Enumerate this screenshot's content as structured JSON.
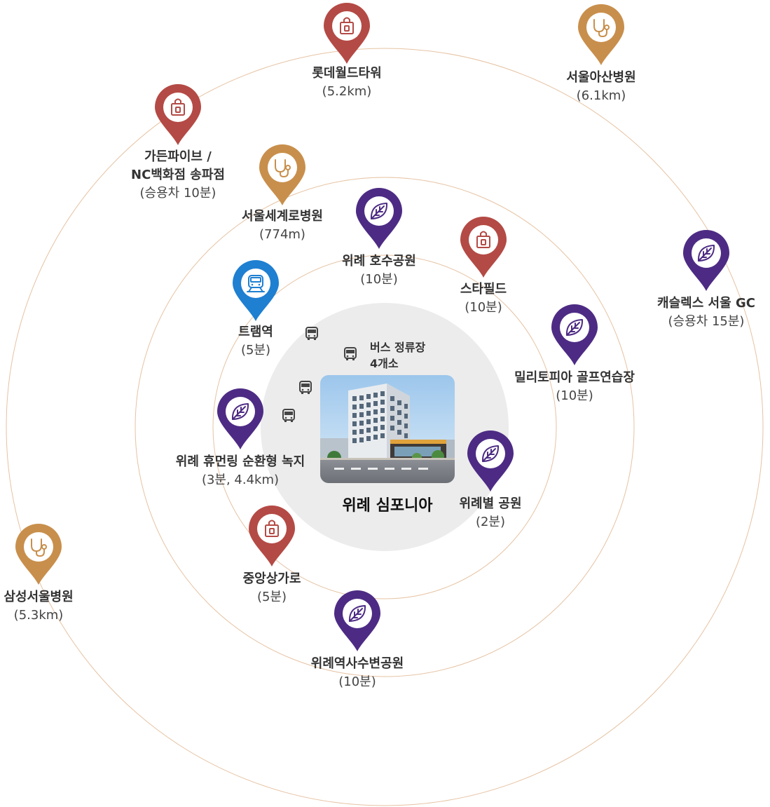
{
  "colors": {
    "ring": "#e6c3a3",
    "center_bg": "#ececec",
    "shopping": "#b44a45",
    "hospital": "#c88f4c",
    "park": "#4d2b84",
    "transit": "#1f7fd1"
  },
  "center": {
    "name": "위례 심포니아",
    "bus": {
      "line1": "버스 정류장",
      "line2": "4개소"
    }
  },
  "pois": [
    {
      "id": "lotte-world-tower",
      "category": "shopping",
      "icon": "shopping-bag-icon",
      "name": "롯데월드타워",
      "sub": "(5.2km)"
    },
    {
      "id": "asan-hospital",
      "category": "hospital",
      "icon": "stethoscope-icon",
      "name": "서울아산병원",
      "sub": "(6.1km)"
    },
    {
      "id": "garden-five",
      "category": "shopping",
      "icon": "shopping-bag-icon",
      "name": "가든파이브 /",
      "name2": "NC백화점 송파점",
      "sub": "(승용차 10분)"
    },
    {
      "id": "seoul-segero-hospital",
      "category": "hospital",
      "icon": "stethoscope-icon",
      "name": "서울세계로병원",
      "sub": "(774m)"
    },
    {
      "id": "wirye-lake-park",
      "category": "park",
      "icon": "leaf-icon",
      "name": "위례 호수공원",
      "sub": "(10분)"
    },
    {
      "id": "starfield",
      "category": "shopping",
      "icon": "shopping-bag-icon",
      "name": "스타필드",
      "sub": "(10분)"
    },
    {
      "id": "castlex-gc",
      "category": "park",
      "icon": "leaf-icon",
      "name": "캐슬렉스 서울 GC",
      "sub": "(승용차 15분)"
    },
    {
      "id": "tram-station",
      "category": "transit",
      "icon": "tram-icon",
      "name": "트램역",
      "sub": "(5분)"
    },
    {
      "id": "militopia-golf",
      "category": "park",
      "icon": "leaf-icon",
      "name": "밀리토피아 골프연습장",
      "sub": "(10분)"
    },
    {
      "id": "human-ring-green",
      "category": "park",
      "icon": "leaf-icon",
      "name": "위례 휴먼링 순환형 녹지",
      "sub": "(3분, 4.4km)"
    },
    {
      "id": "wiryebyeol-park",
      "category": "park",
      "icon": "leaf-icon",
      "name": "위례별 공원",
      "sub": "(2분)"
    },
    {
      "id": "central-shopping-street",
      "category": "shopping",
      "icon": "shopping-bag-icon",
      "name": "중앙상가로",
      "sub": "(5분)"
    },
    {
      "id": "samsung-hospital",
      "category": "hospital",
      "icon": "stethoscope-icon",
      "name": "삼성서울병원",
      "sub": "(5.3km)"
    },
    {
      "id": "wirye-yeoksa-park",
      "category": "park",
      "icon": "leaf-icon",
      "name": "위례역사수변공원",
      "sub": "(10분)"
    }
  ]
}
